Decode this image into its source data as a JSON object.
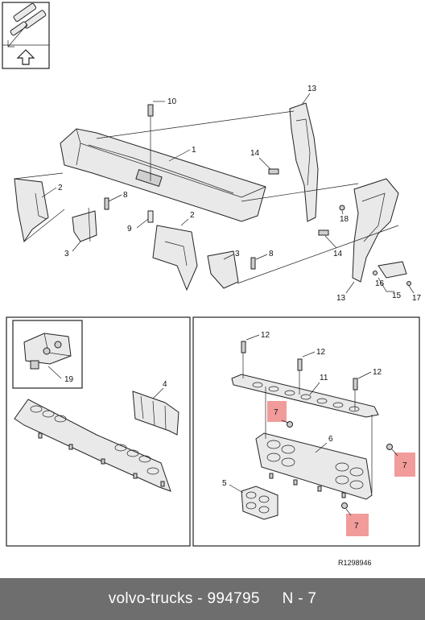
{
  "diagram": {
    "callouts_top": [
      "10",
      "1",
      "13",
      "14",
      "2",
      "8",
      "18",
      "9",
      "2",
      "3",
      "14",
      "8",
      "3",
      "16",
      "13",
      "15",
      "17"
    ],
    "callouts_left_panel": [
      "19",
      "4"
    ],
    "callouts_right_panel": [
      "12",
      "12",
      "11",
      "12",
      "7",
      "6",
      "7",
      "5",
      "7"
    ],
    "reference_code": "R1298946"
  },
  "footer": {
    "brand": "volvo-trucks",
    "separator": " - ",
    "part_number": "994795",
    "position": "N - 7"
  },
  "colors": {
    "highlight": "#f08a8a",
    "footer_bg": "#6e6e6e"
  }
}
